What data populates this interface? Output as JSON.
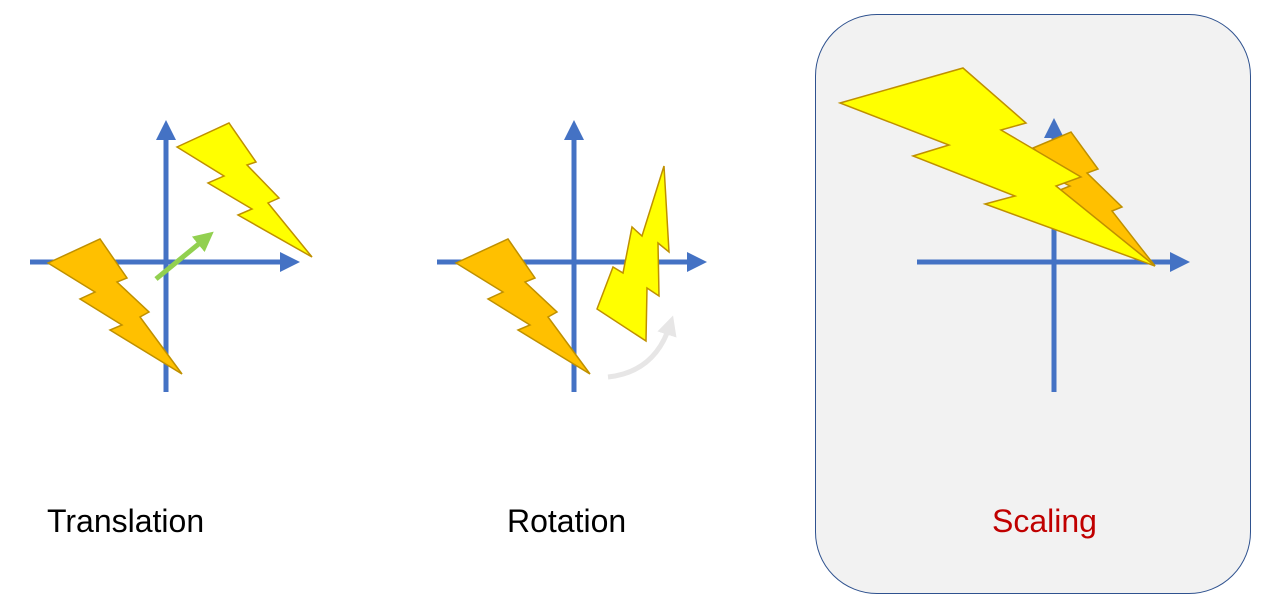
{
  "panels": [
    {
      "id": "translation",
      "label": "Translation",
      "highlighted": false,
      "motion_indicator": "green arrow (translation vector)"
    },
    {
      "id": "rotation",
      "label": "Rotation",
      "highlighted": false,
      "motion_indicator": "grey curved arrow (rotation)"
    },
    {
      "id": "scaling",
      "label": "Scaling",
      "highlighted": true,
      "motion_indicator": "none"
    }
  ],
  "colors": {
    "axis": "#4472c4",
    "original_shape": "#ffc000",
    "transformed_shape": "#ffff00",
    "shape_outline": "#bf9000",
    "translation_arrow": "#92d050",
    "rotation_arrow": "#e7e6e6",
    "highlight_background": "#f2f2f2",
    "highlight_border": "#2f528f",
    "highlight_label": "#c00000"
  },
  "shape_semantics": {
    "original": "orange lightning bolt",
    "transformed": "yellow lightning bolt"
  }
}
